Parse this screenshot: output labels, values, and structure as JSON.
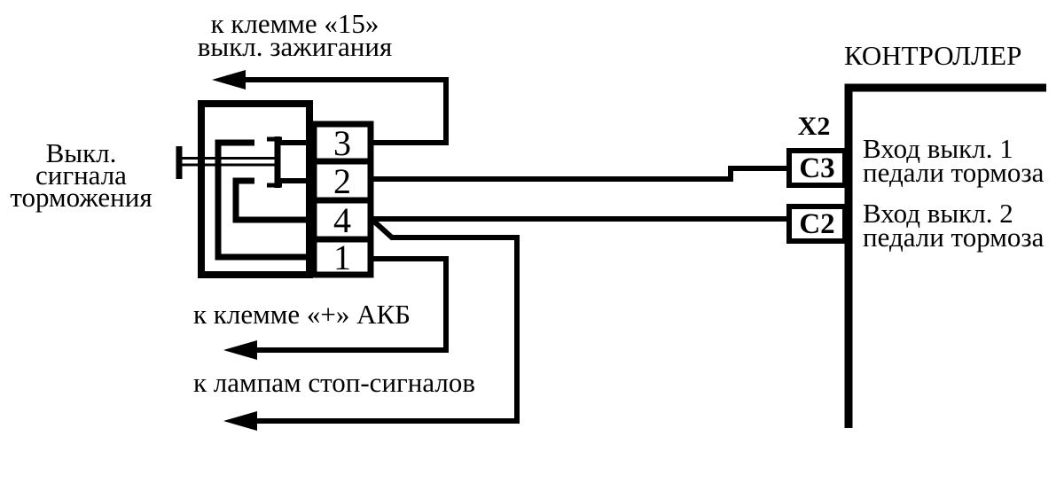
{
  "colors": {
    "line": "#000000",
    "background": "#ffffff"
  },
  "brake_switch": {
    "label_lines": [
      "Выкл.",
      "сигнала",
      "торможения"
    ],
    "pin_numbers": [
      "3",
      "2",
      "4",
      "1"
    ]
  },
  "external_connections": {
    "ignition_lines": [
      "к клемме «15»",
      "выкл. зажигания"
    ],
    "battery": "к клемме «+» АКБ",
    "stop_lamps": "к лампам стоп-сигналов"
  },
  "controller": {
    "title": "КОНТРОЛЛЕР",
    "connector_name": "Х2",
    "inputs": [
      {
        "pin": "С3",
        "label_lines": [
          "Вход выкл. 1",
          "педали тормоза"
        ]
      },
      {
        "pin": "С2",
        "label_lines": [
          "Вход выкл. 2",
          "педали тормоза"
        ]
      }
    ]
  }
}
